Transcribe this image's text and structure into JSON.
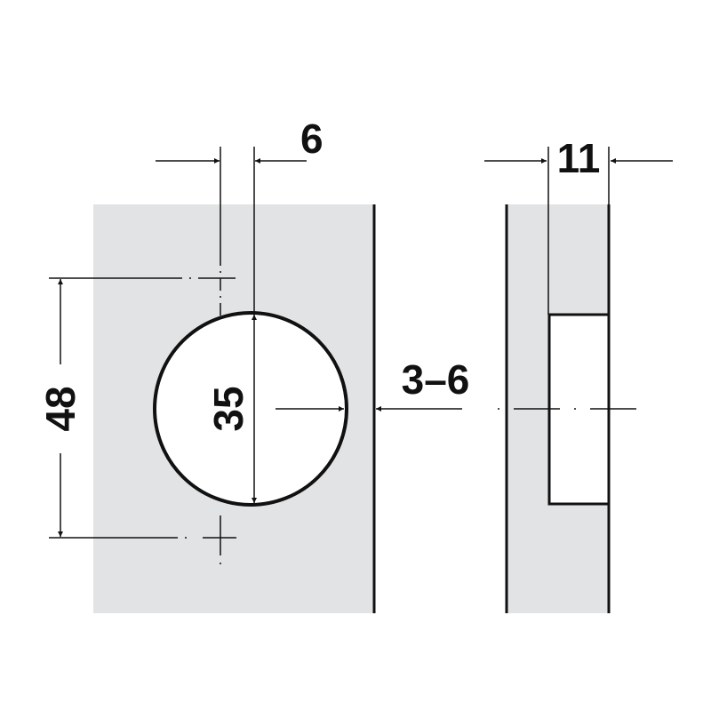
{
  "dimensions": {
    "boring_offset": "6",
    "cup_depth_width": "11",
    "screw_spacing": "48",
    "cup_diameter": "35",
    "edge_distance": "3–6"
  },
  "colors": {
    "panel_fill": "#e2e3e5",
    "line": "#111111"
  }
}
